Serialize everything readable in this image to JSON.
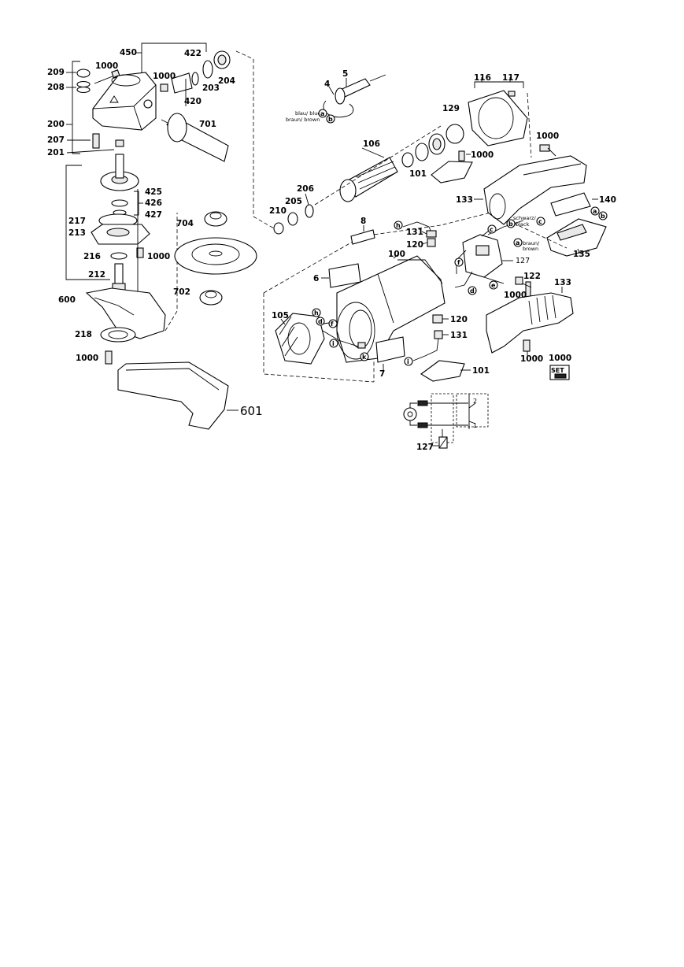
{
  "part_labels": [
    {
      "id": "p450",
      "text": "450"
    },
    {
      "id": "p422",
      "text": "422"
    },
    {
      "id": "p209",
      "text": "209"
    },
    {
      "id": "p1000a",
      "text": "1000"
    },
    {
      "id": "p208",
      "text": "208"
    },
    {
      "id": "p1000b",
      "text": "1000"
    },
    {
      "id": "p203",
      "text": "203"
    },
    {
      "id": "p204",
      "text": "204"
    },
    {
      "id": "p420",
      "text": "420"
    },
    {
      "id": "p200",
      "text": "200"
    },
    {
      "id": "p701",
      "text": "701"
    },
    {
      "id": "p207",
      "text": "207"
    },
    {
      "id": "p201",
      "text": "201"
    },
    {
      "id": "p425",
      "text": "425"
    },
    {
      "id": "p426",
      "text": "426"
    },
    {
      "id": "p427",
      "text": "427"
    },
    {
      "id": "p217",
      "text": "217"
    },
    {
      "id": "p213",
      "text": "213"
    },
    {
      "id": "p704",
      "text": "704"
    },
    {
      "id": "p216",
      "text": "216"
    },
    {
      "id": "p1000c",
      "text": "1000"
    },
    {
      "id": "p212",
      "text": "212"
    },
    {
      "id": "p702",
      "text": "702"
    },
    {
      "id": "p600",
      "text": "600"
    },
    {
      "id": "p218",
      "text": "218"
    },
    {
      "id": "p1000d",
      "text": "1000"
    },
    {
      "id": "p5",
      "text": "5"
    },
    {
      "id": "p4",
      "text": "4"
    },
    {
      "id": "p106",
      "text": "106"
    },
    {
      "id": "p206",
      "text": "206"
    },
    {
      "id": "p205",
      "text": "205"
    },
    {
      "id": "p210",
      "text": "210"
    },
    {
      "id": "p8",
      "text": "8"
    },
    {
      "id": "p116",
      "text": "116"
    },
    {
      "id": "p117",
      "text": "117"
    },
    {
      "id": "p129",
      "text": "129"
    },
    {
      "id": "p1000e",
      "text": "1000"
    },
    {
      "id": "p101a",
      "text": "101"
    },
    {
      "id": "p1000f",
      "text": "1000"
    },
    {
      "id": "p133a",
      "text": "133"
    },
    {
      "id": "p140",
      "text": "140"
    },
    {
      "id": "p131a",
      "text": "131"
    },
    {
      "id": "p120a",
      "text": "120"
    },
    {
      "id": "p127a",
      "text": "127"
    },
    {
      "id": "p135",
      "text": "135"
    },
    {
      "id": "p100",
      "text": "100"
    },
    {
      "id": "p6",
      "text": "6"
    },
    {
      "id": "p122",
      "text": "122"
    },
    {
      "id": "p1000g",
      "text": "1000"
    },
    {
      "id": "p133b",
      "text": "133"
    },
    {
      "id": "p105",
      "text": "105"
    },
    {
      "id": "p120b",
      "text": "120"
    },
    {
      "id": "p131b",
      "text": "131"
    },
    {
      "id": "p1000h",
      "text": "1000"
    },
    {
      "id": "p1000i",
      "text": "1000"
    },
    {
      "id": "p7",
      "text": "7"
    },
    {
      "id": "p101b",
      "text": "101"
    },
    {
      "id": "p127b",
      "text": "127"
    }
  ],
  "large_label": "601",
  "set_label": "SET",
  "wire_notes": {
    "blue": "blau/ blue",
    "brown": "braun/ brown",
    "black_de": "schwarz/",
    "black_en": "black",
    "brown_de": "braun/",
    "brown_en": "brown"
  },
  "connection_letters": [
    "a",
    "b",
    "a",
    "b",
    "h",
    "d",
    "f",
    "h",
    "i",
    "k",
    "i",
    "c",
    "b",
    "c",
    "a",
    "f",
    "e",
    "d"
  ],
  "schematic_numbers": [
    "2",
    "1"
  ]
}
